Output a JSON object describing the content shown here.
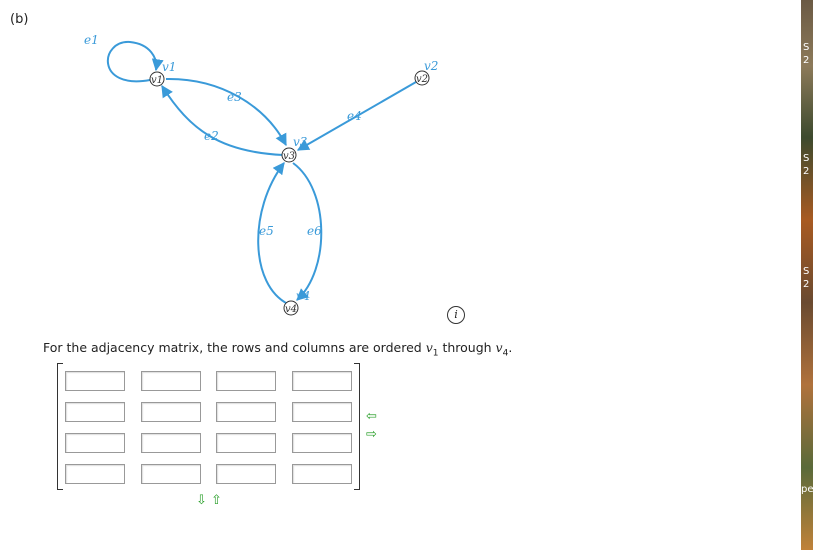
{
  "part_label": "(b)",
  "graph": {
    "edge_color": "#3a9ad9",
    "vertices": [
      {
        "id": "v1",
        "node": "v1",
        "label": "v1"
      },
      {
        "id": "v2",
        "node": "v2",
        "label": "v2"
      },
      {
        "id": "v3",
        "node": "v3",
        "label": "v3"
      },
      {
        "id": "v4",
        "node": "v4",
        "label": "v4"
      }
    ],
    "edges": [
      {
        "id": "e1",
        "label": "e1",
        "from": "v1",
        "to": "v1"
      },
      {
        "id": "e2",
        "label": "e2",
        "from": "v3",
        "to": "v1"
      },
      {
        "id": "e3",
        "label": "e3",
        "from": "v1",
        "to": "v3"
      },
      {
        "id": "e4",
        "label": "e4",
        "from": "v2",
        "to": "v3"
      },
      {
        "id": "e5",
        "label": "e5",
        "from": "v4",
        "to": "v3"
      },
      {
        "id": "e6",
        "label": "e6",
        "from": "v3",
        "to": "v4"
      }
    ]
  },
  "info_icon": "info-icon",
  "instruction": {
    "prefix": "For the adjacency matrix, the rows and columns are ordered ",
    "first_var": "v",
    "first_sub": "1",
    "middle": " through ",
    "last_var": "v",
    "last_sub": "4",
    "suffix": "."
  },
  "matrix": {
    "rows": 4,
    "cols": 4,
    "cells": [
      [
        "",
        "",
        "",
        ""
      ],
      [
        "",
        "",
        "",
        ""
      ],
      [
        "",
        "",
        "",
        ""
      ],
      [
        "",
        "",
        "",
        ""
      ]
    ]
  },
  "controls": {
    "remove_column": "⇦",
    "add_column": "⇨",
    "add_row": "⇩",
    "remove_row": "⇧"
  },
  "side_fragments": [
    "S",
    "2",
    "S",
    "2",
    "S",
    "2",
    "pe"
  ]
}
